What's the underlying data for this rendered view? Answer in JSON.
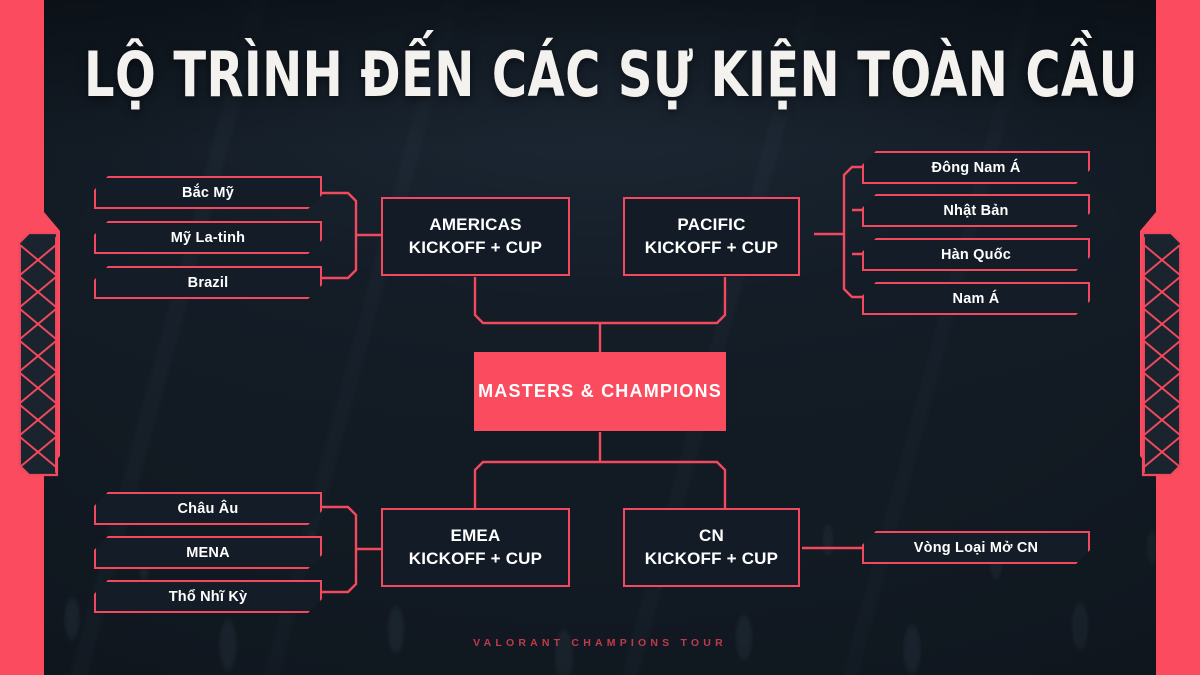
{
  "page": {
    "title": "LỘ TRÌNH ĐẾN CÁC SỰ KIỆN TOÀN CẦU",
    "footer": "VALORANT CHAMPIONS TOUR"
  },
  "colors": {
    "accent_red": "#FA4C5E",
    "border_red": "#F2495E",
    "background_navy": "#16202A",
    "box_fill": "#141D27",
    "text_white": "#FFFFFF",
    "footer_red": "#C03A4B"
  },
  "bracket": {
    "americas_feeders": [
      {
        "label": "Bắc Mỹ"
      },
      {
        "label": "Mỹ La-tinh"
      },
      {
        "label": "Brazil"
      }
    ],
    "pacific_feeders": [
      {
        "label": "Đông Nam Á"
      },
      {
        "label": "Nhật Bản"
      },
      {
        "label": "Hàn Quốc"
      },
      {
        "label": "Nam Á"
      }
    ],
    "emea_feeders": [
      {
        "label": "Châu Âu"
      },
      {
        "label": "MENA"
      },
      {
        "label": "Thổ Nhĩ Kỳ"
      }
    ],
    "cn_feeders": [
      {
        "label": "Vòng Loại Mở CN"
      }
    ],
    "leagues": {
      "americas": {
        "line1": "AMERICAS",
        "line2": "KICKOFF + CUP"
      },
      "pacific": {
        "line1": "PACIFIC",
        "line2": "KICKOFF + CUP"
      },
      "emea": {
        "line1": "EMEA",
        "line2": "KICKOFF + CUP"
      },
      "cn": {
        "line1": "CN",
        "line2": "KICKOFF + CUP"
      }
    },
    "final_stage": {
      "label": "MASTERS & CHAMPIONS"
    }
  }
}
